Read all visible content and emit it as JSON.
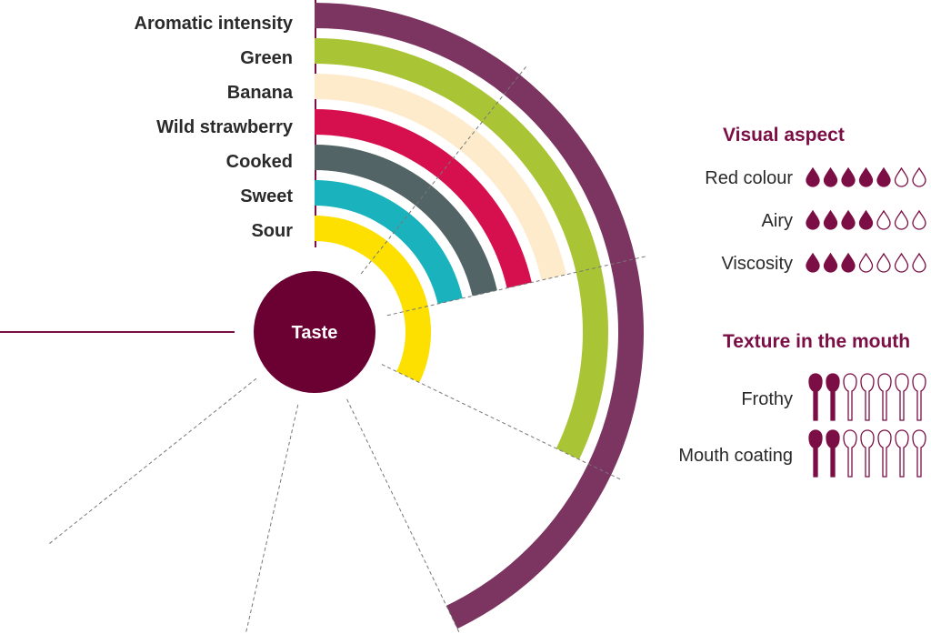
{
  "chart_data": {
    "type": "radial-bar",
    "center_label": "Taste",
    "scale_max": 7,
    "categories": [
      "Aromatic intensity",
      "Green",
      "Banana",
      "Wild strawberry",
      "Cooked",
      "Sweet",
      "Sour"
    ],
    "values": [
      4,
      3,
      2,
      2,
      2,
      2,
      3
    ],
    "colors": [
      "#7b3560",
      "#a9c536",
      "#fdebcb",
      "#d6104e",
      "#526466",
      "#1ab3bd",
      "#fde000"
    ]
  },
  "visual_aspect": {
    "title": "Visual aspect",
    "max": 7,
    "items": [
      {
        "label": "Red colour",
        "value": 5
      },
      {
        "label": "Airy",
        "value": 4
      },
      {
        "label": "Viscosity",
        "value": 3
      }
    ]
  },
  "texture": {
    "title": "Texture in the mouth",
    "max": 7,
    "items": [
      {
        "label": "Frothy",
        "value": 2
      },
      {
        "label": "Mouth coating",
        "value": 2
      }
    ]
  },
  "accent": "#7a0e45"
}
